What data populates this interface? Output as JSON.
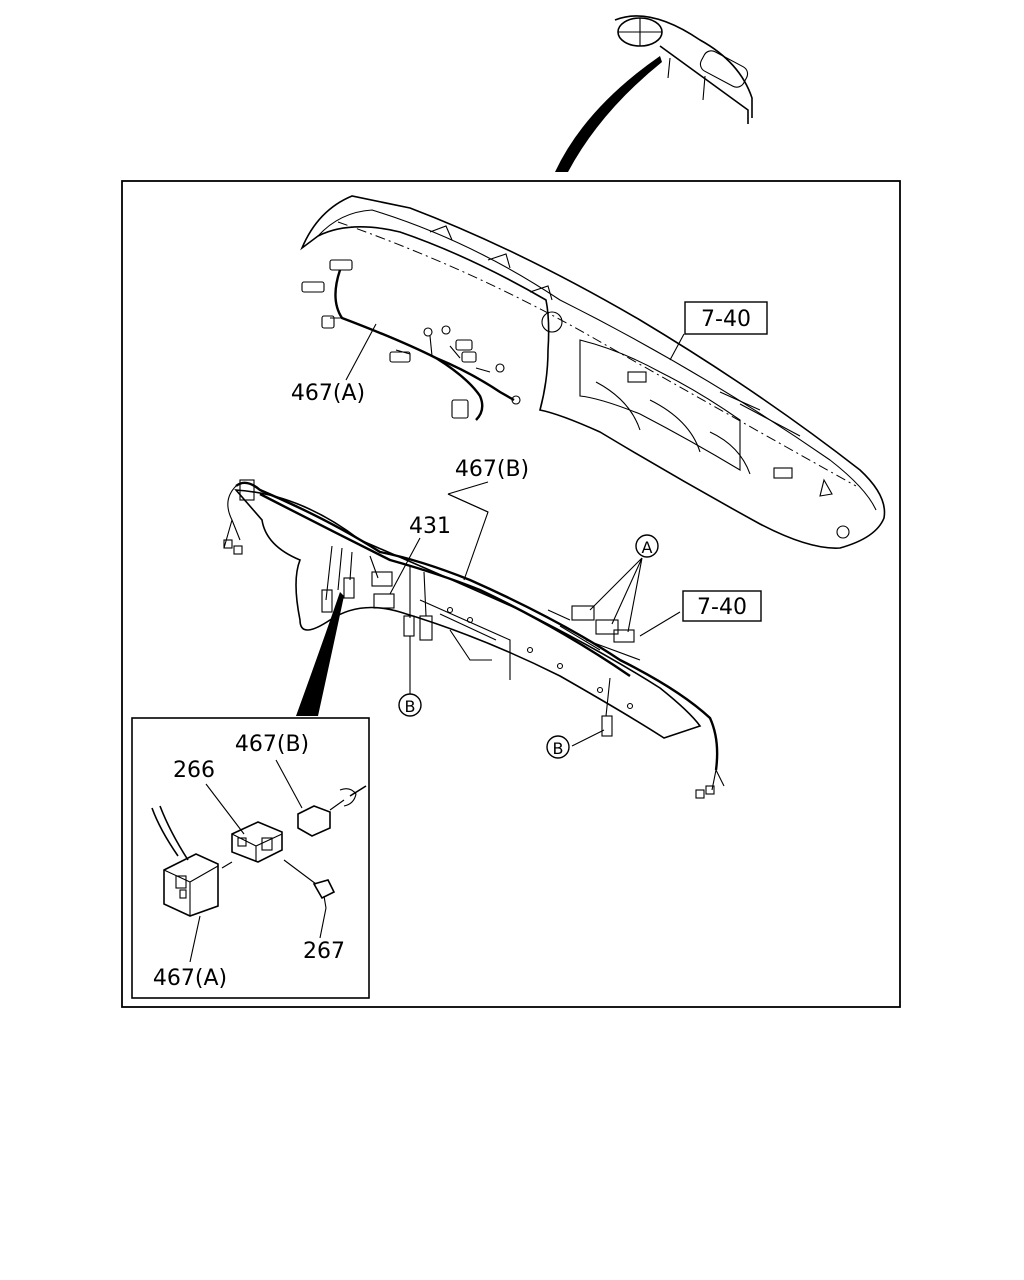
{
  "labels": {
    "harness_a": "467(A)",
    "harness_b": "467(B)",
    "ref_upper": "7-40",
    "ref_lower": "7-40",
    "part_431": "431",
    "callout_a": "A",
    "callout_b_left": "B",
    "callout_b_right": "B",
    "inset_harness_b": "467(B)",
    "inset_bracket": "266",
    "inset_bolt": "267",
    "inset_harness_a": "467(A)"
  }
}
